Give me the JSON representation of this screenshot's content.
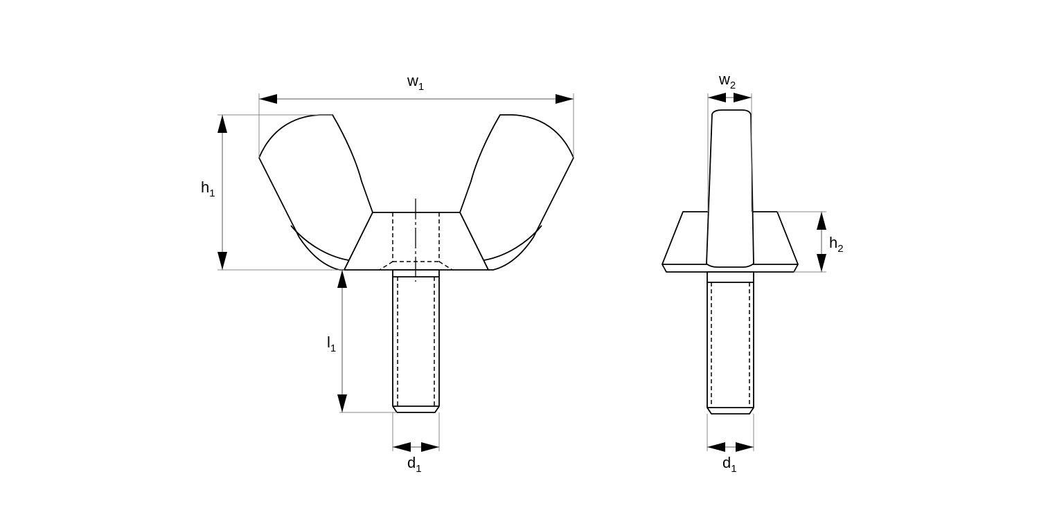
{
  "diagram": {
    "title": "Wing screw dimension drawing",
    "views": [
      {
        "name": "front-view",
        "description": "Wing screw front view"
      },
      {
        "name": "side-view",
        "description": "Wing screw side view"
      }
    ],
    "dimensions": {
      "w1": {
        "base": "w",
        "sub": "1",
        "meaning": "overall wing span width"
      },
      "h1": {
        "base": "h",
        "sub": "1",
        "meaning": "wing height"
      },
      "l1": {
        "base": "l",
        "sub": "1",
        "meaning": "thread length"
      },
      "d1_front": {
        "base": "d",
        "sub": "1",
        "meaning": "thread diameter"
      },
      "w2": {
        "base": "w",
        "sub": "2",
        "meaning": "wing thickness"
      },
      "h2": {
        "base": "h",
        "sub": "2",
        "meaning": "hub height"
      },
      "d1_side": {
        "base": "d",
        "sub": "1",
        "meaning": "thread diameter"
      }
    },
    "colors": {
      "line": "#000000",
      "dimension_line": "#8a8a8a",
      "background": "#ffffff"
    }
  }
}
